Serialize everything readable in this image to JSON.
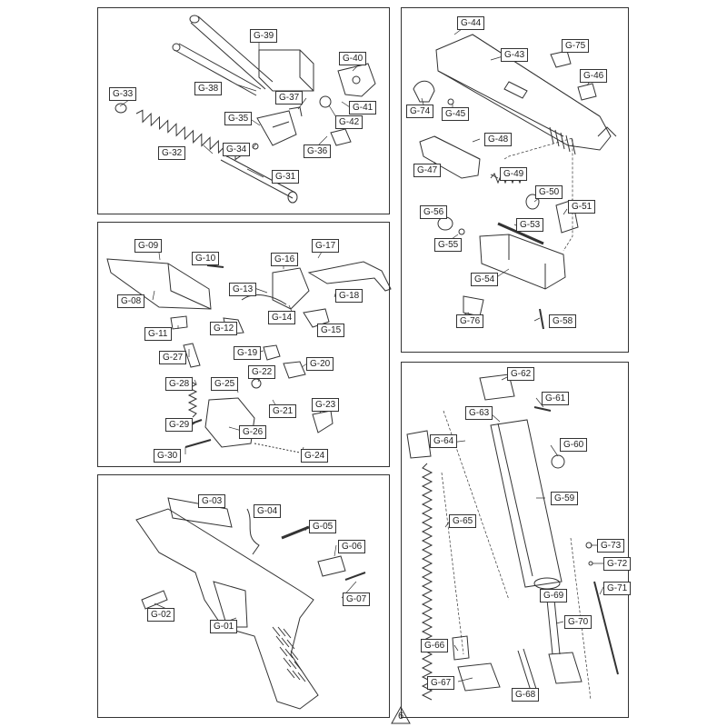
{
  "page_number": "6",
  "labels": {
    "G01": "G-01",
    "G02": "G-02",
    "G03": "G-03",
    "G04": "G-04",
    "G05": "G-05",
    "G06": "G-06",
    "G07": "G-07",
    "G08": "G-08",
    "G09": "G-09",
    "G10": "G-10",
    "G11": "G-11",
    "G12": "G-12",
    "G13": "G-13",
    "G14": "G-14",
    "G15": "G-15",
    "G16": "G-16",
    "G17": "G-17",
    "G18": "G-18",
    "G19": "G-19",
    "G20": "G-20",
    "G21": "G-21",
    "G22": "G-22",
    "G23": "G-23",
    "G24": "G-24",
    "G25": "G-25",
    "G26": "G-26",
    "G27": "G-27",
    "G28": "G-28",
    "G29": "G-29",
    "G30": "G-30",
    "G31": "G-31",
    "G32": "G-32",
    "G33": "G-33",
    "G34": "G-34",
    "G35": "G-35",
    "G36": "G-36",
    "G37": "G-37",
    "G38": "G-38",
    "G39": "G-39",
    "G40": "G-40",
    "G41": "G-41",
    "G42": "G-42",
    "G43": "G-43",
    "G44": "G-44",
    "G45": "G-45",
    "G46": "G-46",
    "G47": "G-47",
    "G48": "G-48",
    "G49": "G-49",
    "G50": "G-50",
    "G51": "G-51",
    "G52": "",
    "G53": "G-53",
    "G54": "G-54",
    "G55": "G-55",
    "G56": "G-56",
    "G58": "G-58",
    "G59": "G-59",
    "G60": "G-60",
    "G61": "G-61",
    "G62": "G-62",
    "G63": "G-63",
    "G64": "G-64",
    "G65": "G-65",
    "G66": "G-66",
    "G67": "G-67",
    "G68": "G-68",
    "G69": "G-69",
    "G70": "G-70",
    "G71": "G-71",
    "G72": "G-72",
    "G73": "G-73",
    "G74": "G-74",
    "G75": "G-75",
    "G76": "G-76"
  }
}
